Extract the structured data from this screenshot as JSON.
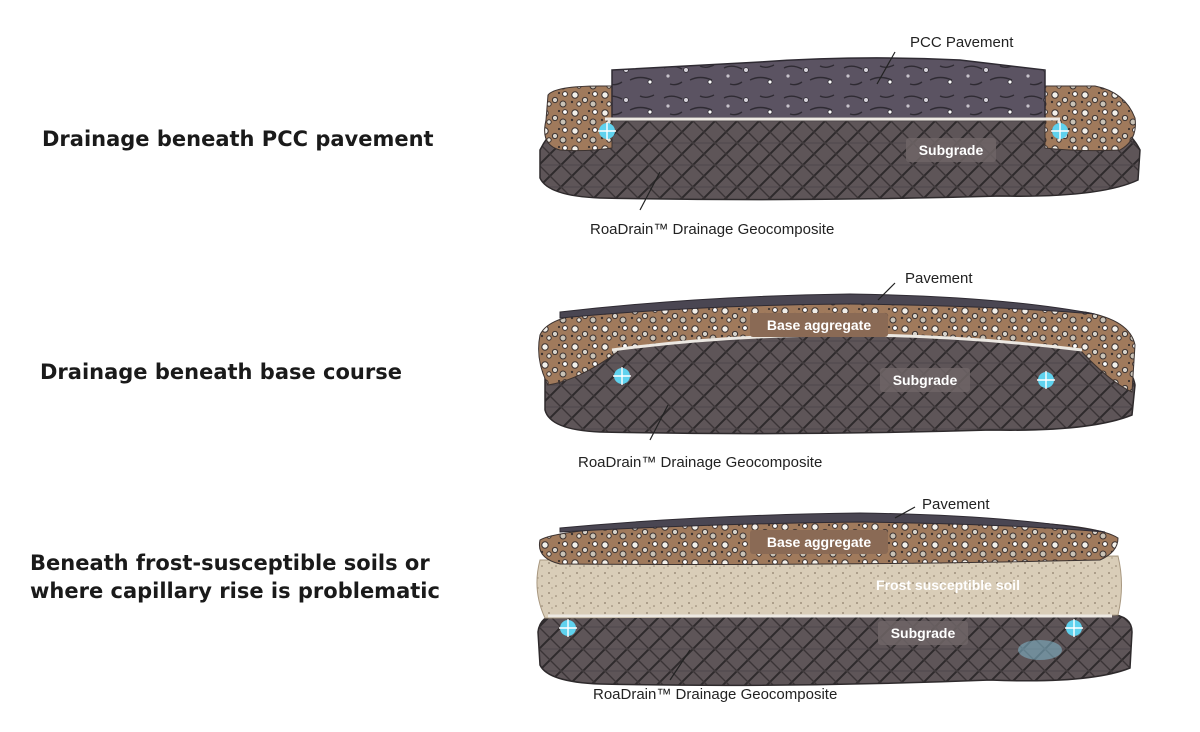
{
  "colors": {
    "pavement": "#4a4652",
    "pcc_slab": "#5b5362",
    "aggregate": "#a07a5c",
    "subgrade": "#5e5558",
    "frost_soil": "#d9cdb8",
    "drain": "#5fd2ee",
    "label_box": "#8a6a55"
  },
  "sections": [
    {
      "heading": [
        "Drainage beneath PCC pavement"
      ],
      "labels": {
        "top_callout": "PCC Pavement",
        "subgrade": "Subgrade",
        "bottom_callout": "RoaDrain™ Drainage Geocomposite"
      }
    },
    {
      "heading": [
        "Drainage beneath base course"
      ],
      "labels": {
        "top_callout": "Pavement",
        "aggregate": "Base aggregate",
        "subgrade": "Subgrade",
        "bottom_callout": "RoaDrain™ Drainage Geocomposite"
      }
    },
    {
      "heading": [
        "Beneath frost-susceptible soils or",
        "where capillary rise is problematic"
      ],
      "labels": {
        "top_callout": "Pavement",
        "aggregate": "Base aggregate",
        "frost": "Frost susceptible soil",
        "subgrade": "Subgrade",
        "bottom_callout": "RoaDrain™ Drainage Geocomposite"
      }
    }
  ]
}
